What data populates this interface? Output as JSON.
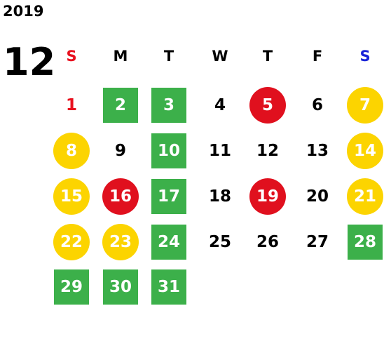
{
  "calendar": {
    "year": "2019",
    "month": "12",
    "weekdays": [
      "S",
      "M",
      "T",
      "W",
      "T",
      "F",
      "S"
    ],
    "colors": {
      "green": "#3cb04a",
      "yellow": "#fcd400",
      "red": "#e0101e",
      "sunday": "#e8101e",
      "saturday": "#1a24d8"
    },
    "days": [
      {
        "label": "1",
        "style": "sunday-plain"
      },
      {
        "label": "2",
        "style": "green"
      },
      {
        "label": "3",
        "style": "green"
      },
      {
        "label": "4",
        "style": "plain"
      },
      {
        "label": "5",
        "style": "red"
      },
      {
        "label": "6",
        "style": "plain"
      },
      {
        "label": "7",
        "style": "yellow"
      },
      {
        "label": "8",
        "style": "yellow"
      },
      {
        "label": "9",
        "style": "plain"
      },
      {
        "label": "10",
        "style": "green"
      },
      {
        "label": "11",
        "style": "plain"
      },
      {
        "label": "12",
        "style": "plain"
      },
      {
        "label": "13",
        "style": "plain"
      },
      {
        "label": "14",
        "style": "yellow"
      },
      {
        "label": "15",
        "style": "yellow"
      },
      {
        "label": "16",
        "style": "red"
      },
      {
        "label": "17",
        "style": "green"
      },
      {
        "label": "18",
        "style": "plain"
      },
      {
        "label": "19",
        "style": "red"
      },
      {
        "label": "20",
        "style": "plain"
      },
      {
        "label": "21",
        "style": "yellow"
      },
      {
        "label": "22",
        "style": "yellow"
      },
      {
        "label": "23",
        "style": "yellow"
      },
      {
        "label": "24",
        "style": "green"
      },
      {
        "label": "25",
        "style": "plain"
      },
      {
        "label": "26",
        "style": "plain"
      },
      {
        "label": "27",
        "style": "plain"
      },
      {
        "label": "28",
        "style": "green"
      },
      {
        "label": "29",
        "style": "green"
      },
      {
        "label": "30",
        "style": "green"
      },
      {
        "label": "31",
        "style": "green"
      }
    ]
  }
}
